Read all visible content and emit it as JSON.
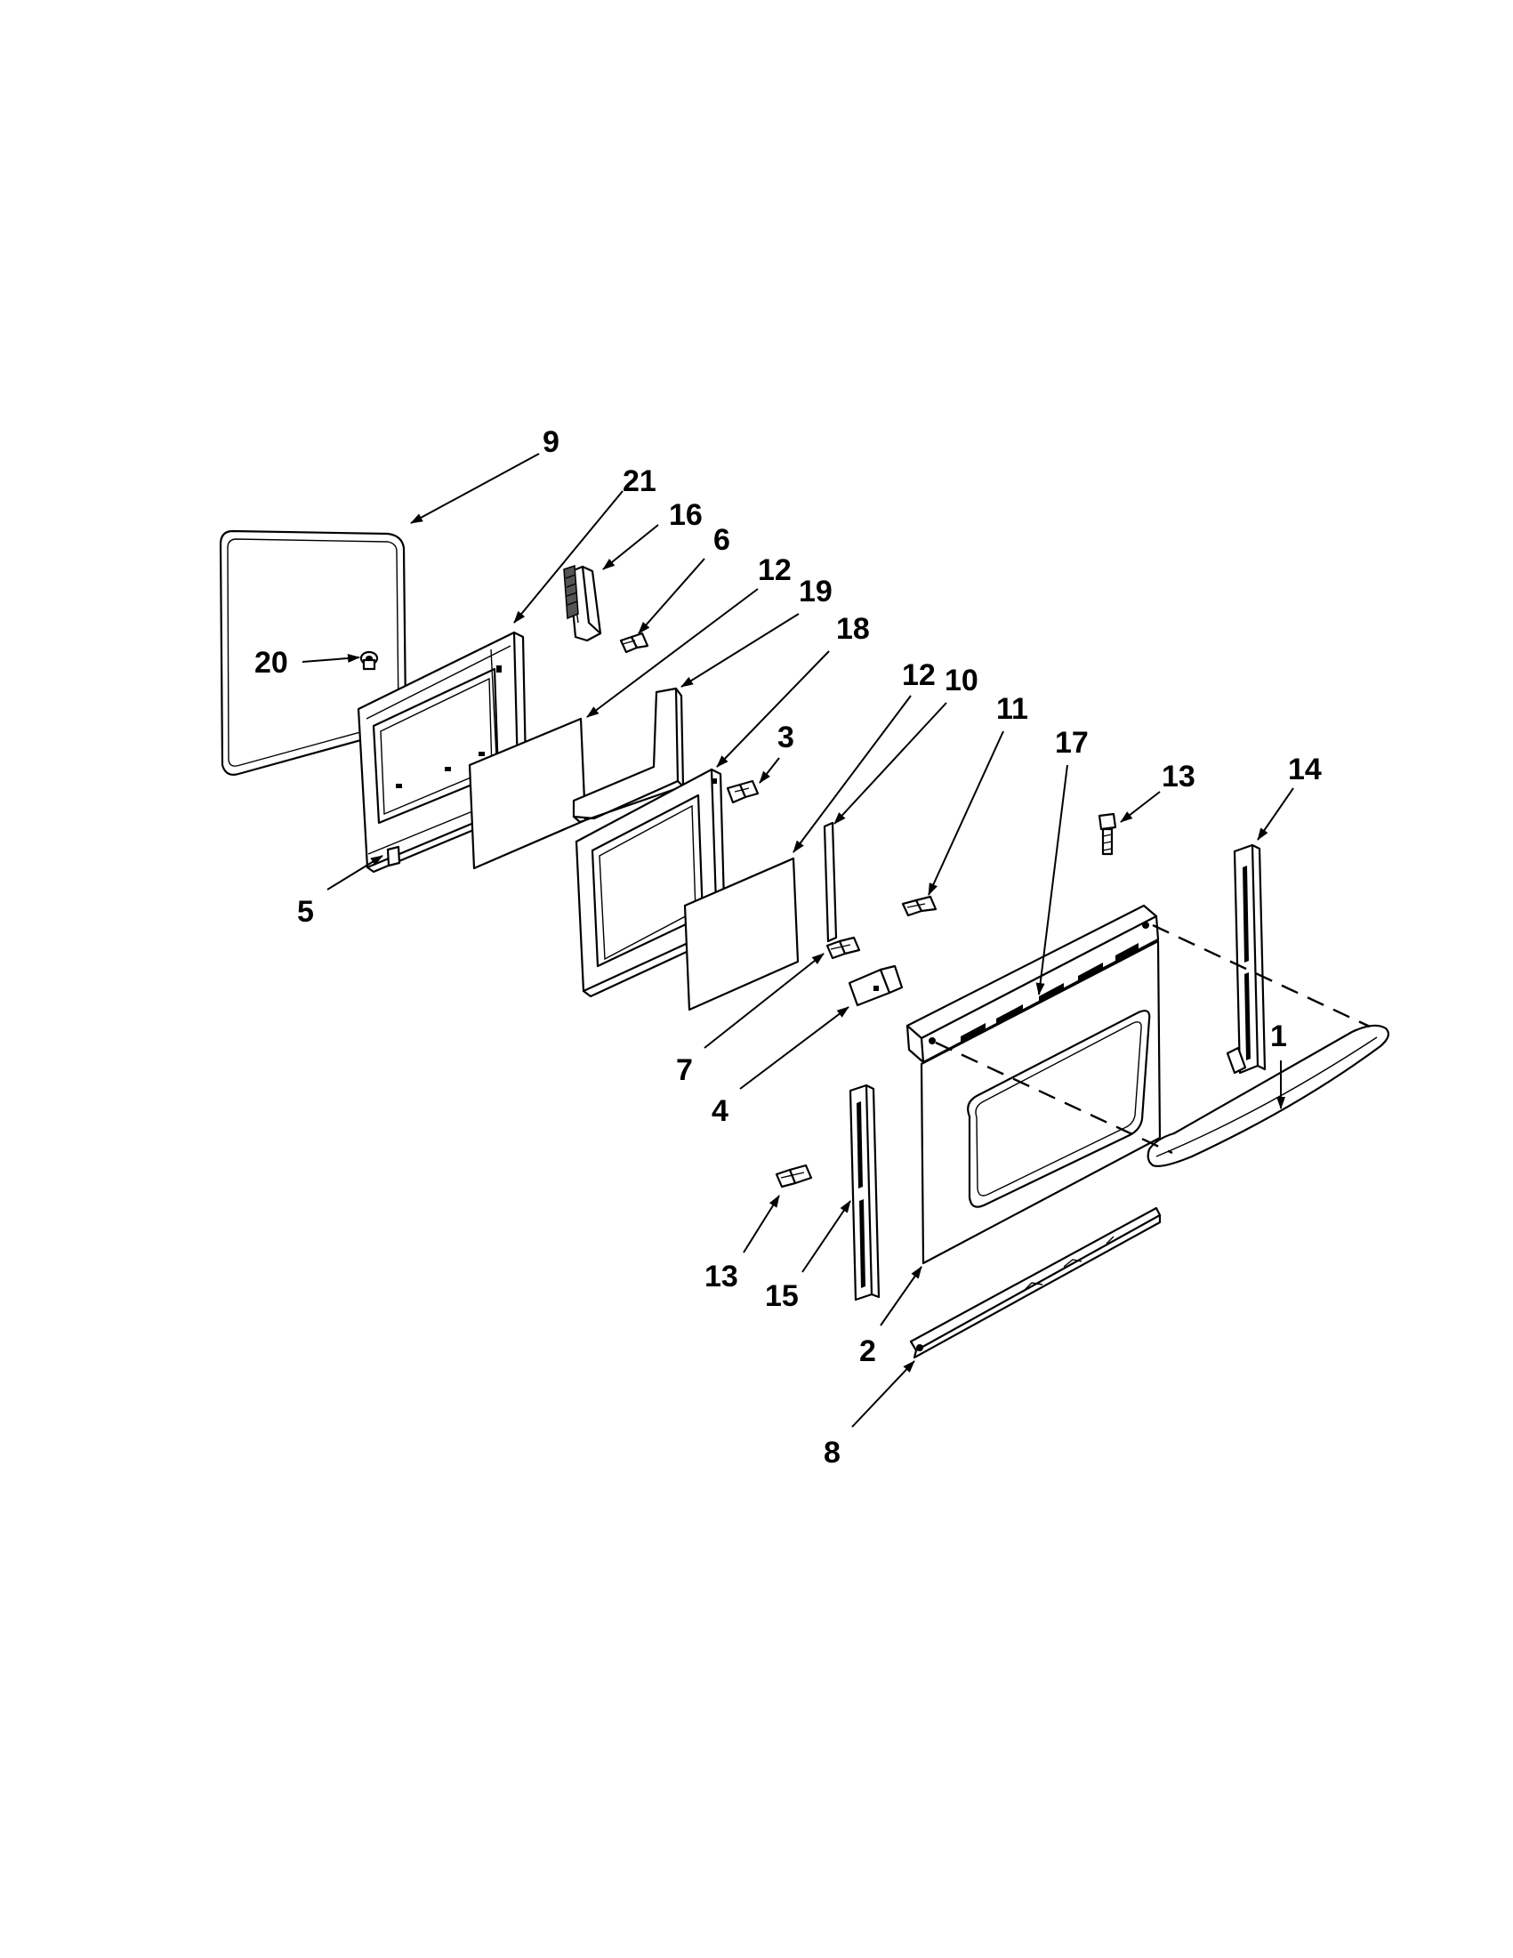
{
  "callouts": [
    {
      "id": "9",
      "label": "9"
    },
    {
      "id": "21",
      "label": "21"
    },
    {
      "id": "16",
      "label": "16"
    },
    {
      "id": "6",
      "label": "6"
    },
    {
      "id": "12a",
      "label": "12"
    },
    {
      "id": "19",
      "label": "19"
    },
    {
      "id": "18",
      "label": "18"
    },
    {
      "id": "20",
      "label": "20"
    },
    {
      "id": "3",
      "label": "3"
    },
    {
      "id": "12b",
      "label": "12"
    },
    {
      "id": "10",
      "label": "10"
    },
    {
      "id": "11",
      "label": "11"
    },
    {
      "id": "17",
      "label": "17"
    },
    {
      "id": "13a",
      "label": "13"
    },
    {
      "id": "14",
      "label": "14"
    },
    {
      "id": "5",
      "label": "5"
    },
    {
      "id": "1",
      "label": "1"
    },
    {
      "id": "7",
      "label": "7"
    },
    {
      "id": "4",
      "label": "4"
    },
    {
      "id": "13b",
      "label": "13"
    },
    {
      "id": "15",
      "label": "15"
    },
    {
      "id": "2",
      "label": "2"
    },
    {
      "id": "8",
      "label": "8"
    }
  ]
}
